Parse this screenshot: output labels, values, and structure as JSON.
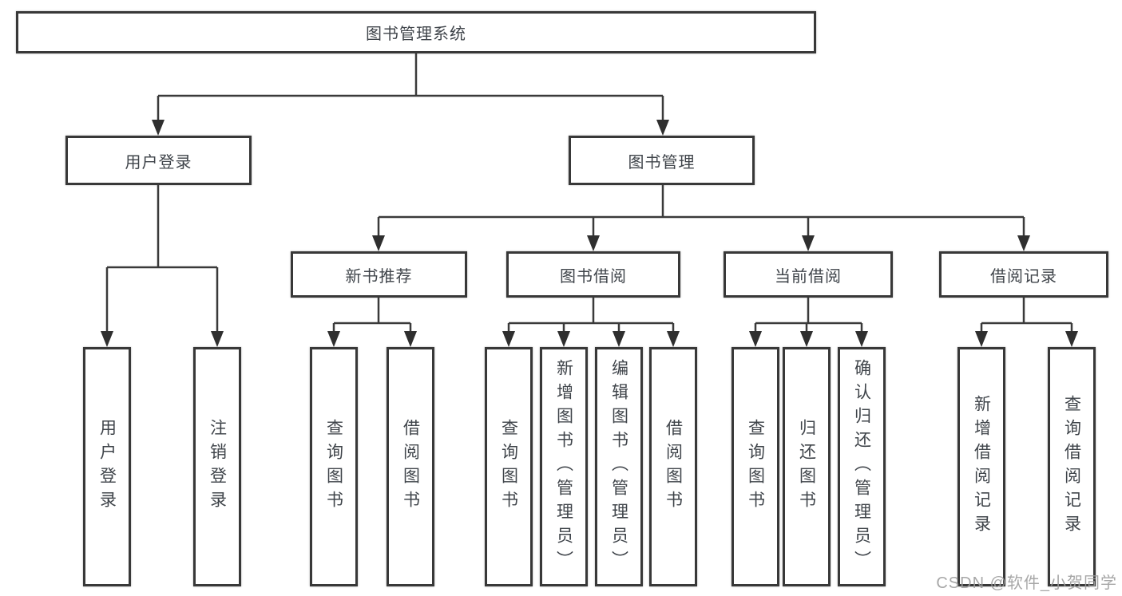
{
  "diagram": {
    "root": {
      "label": "图书管理系统",
      "children": [
        {
          "label": "用户登录",
          "children": [
            {
              "label": "用户登录"
            },
            {
              "label": "注销登录"
            }
          ]
        },
        {
          "label": "图书管理",
          "children": [
            {
              "label": "新书推荐",
              "children": [
                {
                  "label": "查询图书"
                },
                {
                  "label": "借阅图书"
                }
              ]
            },
            {
              "label": "图书借阅",
              "children": [
                {
                  "label": "查询图书"
                },
                {
                  "label": "新增图书（管理员）"
                },
                {
                  "label": "编辑图书（管理员）"
                },
                {
                  "label": "借阅图书"
                }
              ]
            },
            {
              "label": "当前借阅",
              "children": [
                {
                  "label": "查询图书"
                },
                {
                  "label": "归还图书"
                },
                {
                  "label": "确认归还（管理员）"
                }
              ]
            },
            {
              "label": "借阅记录",
              "children": [
                {
                  "label": "新增借阅记录"
                },
                {
                  "label": "查询借阅记录"
                }
              ]
            }
          ]
        }
      ]
    }
  },
  "watermark": {
    "text": "CSDN @软件_小贺同学"
  },
  "colors": {
    "line": "#3a3a3a",
    "box_border": "#383838",
    "text": "#3f444a",
    "watermark": "#9e9e9e",
    "background": "#ffffff"
  }
}
